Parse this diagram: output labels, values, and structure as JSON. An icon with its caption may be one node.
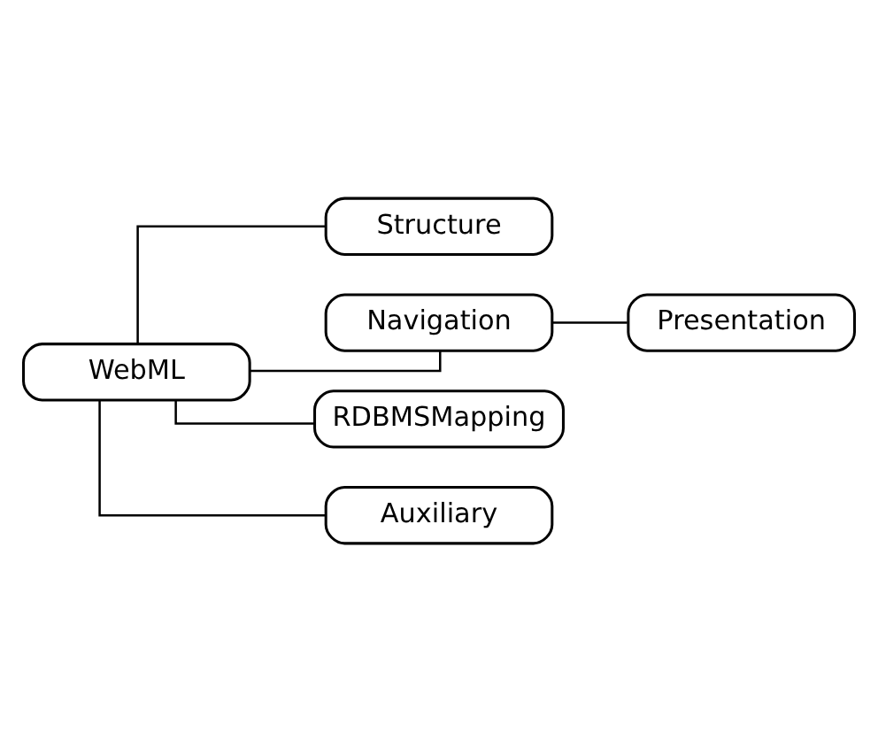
{
  "diagram": {
    "nodes": [
      {
        "text": [
          "WebML"
        ]
      },
      {
        "text": [
          "Structure"
        ]
      },
      {
        "text": [
          "Navigation"
        ]
      },
      {
        "text": [
          "Presentation"
        ]
      },
      {
        "text": [
          "RDBMSMapping"
        ]
      },
      {
        "text": [
          "Auxiliary"
        ]
      }
    ],
    "edges": [
      {
        "from": 0,
        "to": 1,
        "arrow": "none"
      },
      {
        "from": 0,
        "to": 2,
        "arrow": "none"
      },
      {
        "from": 2,
        "to": 3,
        "arrow": "none"
      },
      {
        "from": 0,
        "to": 4,
        "arrow": "none"
      },
      {
        "from": 0,
        "to": 5,
        "arrow": "none"
      }
    ]
  }
}
